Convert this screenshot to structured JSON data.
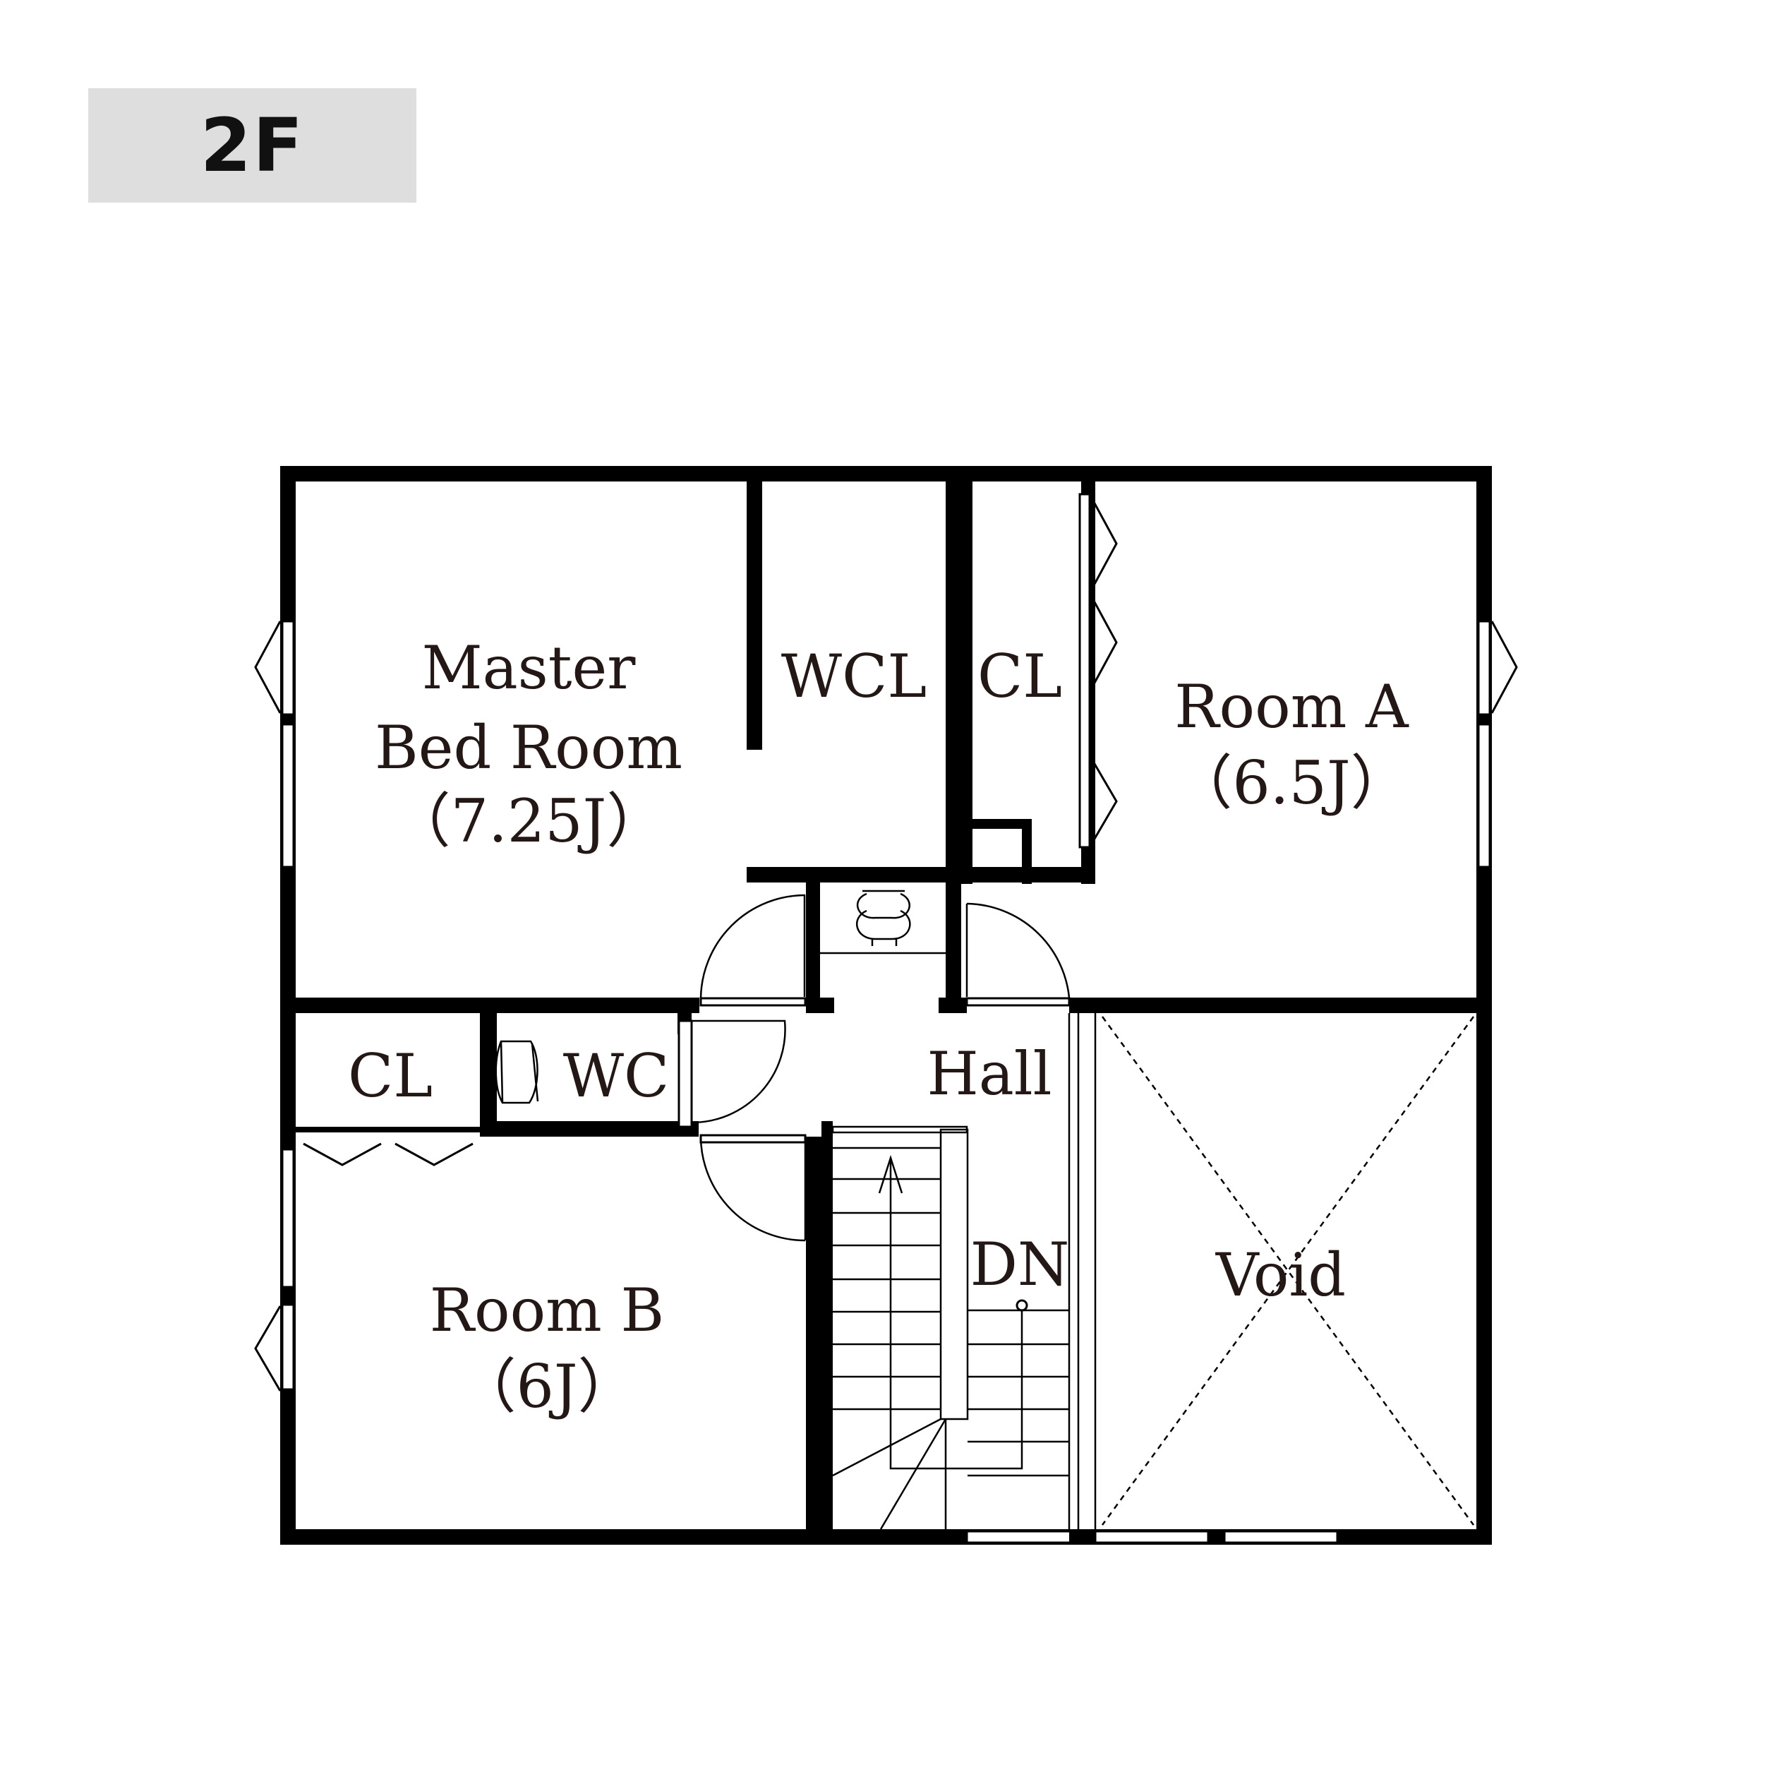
{
  "floor_label": "2F",
  "colors": {
    "wall": "#000000",
    "text": "#231815",
    "badge_bg": "#dedede"
  },
  "rooms": {
    "master": {
      "name_line1": "Master",
      "name_line2": "Bed Room",
      "size": "（7.25J）"
    },
    "wcl": {
      "name": "WCL"
    },
    "cl_upper": {
      "name": "CL"
    },
    "room_a": {
      "name": "Room A",
      "size": "（6.5J）"
    },
    "cl_lower": {
      "name": "CL"
    },
    "wc": {
      "name": "WC"
    },
    "hall": {
      "name": "Hall"
    },
    "stairs": {
      "direction": "DN"
    },
    "room_b": {
      "name": "Room B",
      "size": "（6J）"
    },
    "void": {
      "name": "Void"
    }
  }
}
